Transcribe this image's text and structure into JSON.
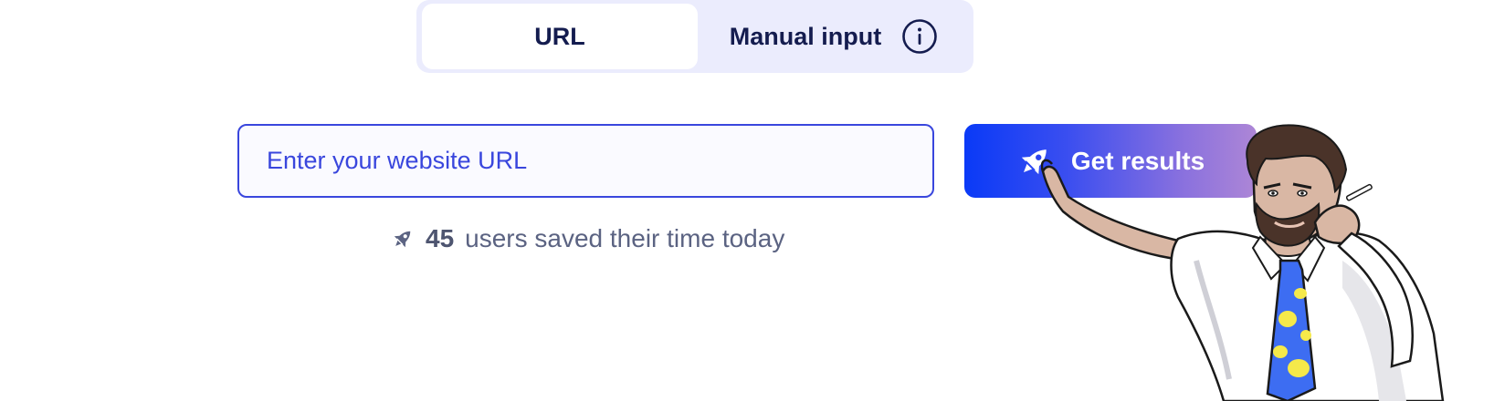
{
  "toggle": {
    "tabs": [
      {
        "label": "URL",
        "selected": true
      },
      {
        "label": "Manual input",
        "selected": false
      }
    ],
    "info_icon": "info-icon"
  },
  "url_input": {
    "placeholder": "Enter your website URL",
    "value": ""
  },
  "get_results_button": {
    "label": "Get results",
    "icon": "rocket-icon"
  },
  "users_stat": {
    "icon": "rocket-icon",
    "count": "45",
    "text": "users saved their time today"
  },
  "colors": {
    "accent": "#3946dd",
    "button_gradient_start": "#0a3af7",
    "button_gradient_end": "#ad86d6",
    "toggle_bg": "#ebecfd",
    "tab_text": "#141c4f",
    "muted_text": "#5b6382"
  },
  "illustration": "cartoon-man-pointing-mascot"
}
